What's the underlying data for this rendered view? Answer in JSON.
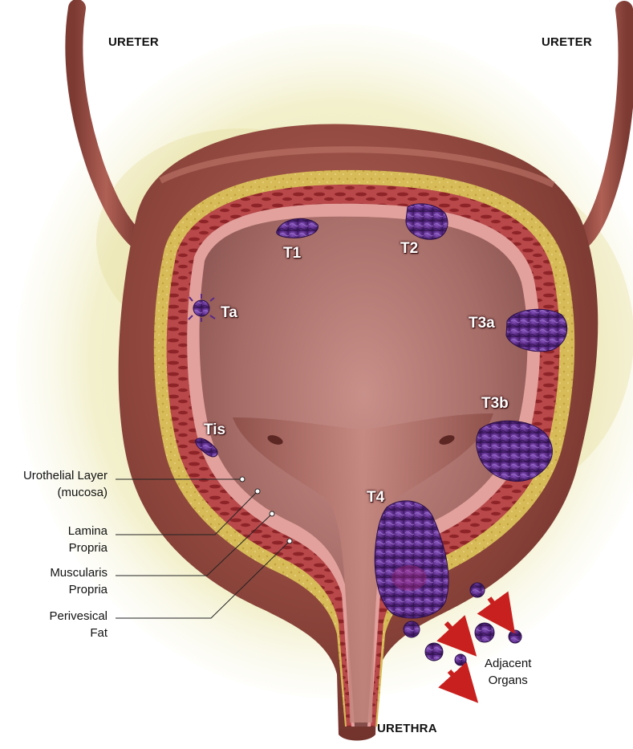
{
  "labels": {
    "ureter_left": "URETER",
    "ureter_right": "URETER",
    "urethra": "URETHRA"
  },
  "stages": {
    "t1": "T1",
    "t2": "T2",
    "ta": "Ta",
    "t3a": "T3a",
    "t3b": "T3b",
    "tis": "Tis",
    "t4": "T4"
  },
  "layers": {
    "urothelial": {
      "line1": "Urothelial Layer",
      "line2": "(mucosa)"
    },
    "lamina": {
      "line1": "Lamina",
      "line2": "Propria"
    },
    "muscularis": {
      "line1": "Muscularis",
      "line2": "Propria"
    },
    "perivesical": {
      "line1": "Perivesical",
      "line2": "Fat"
    }
  },
  "adjacent": {
    "line1": "Adjacent",
    "line2": "Organs"
  },
  "colors": {
    "bladder_outer": "#93493f",
    "fat_layer": "#d6b955",
    "muscle_layer": "#a83638",
    "mucosa": "#e3a3a1",
    "lumen": "#a8706c",
    "tumor": "#5a2a86",
    "arrow": "#c8201e",
    "background_wash": "#e9e4a8"
  }
}
